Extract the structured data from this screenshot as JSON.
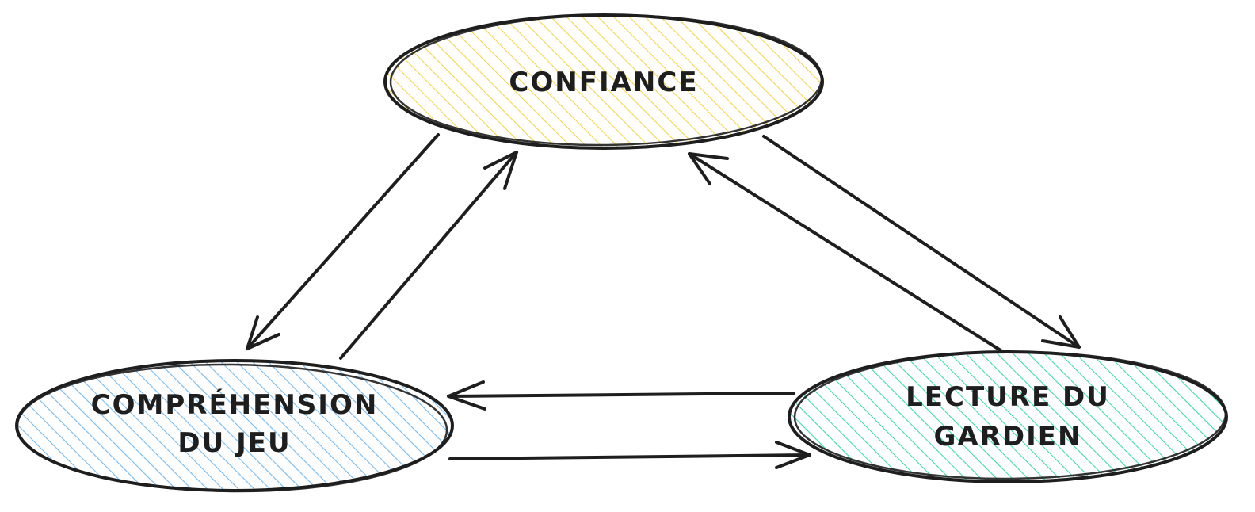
{
  "diagram": {
    "nodes": [
      {
        "id": "confiance",
        "lines": [
          "CONFIANCE"
        ],
        "fill_color": "#f5d44a"
      },
      {
        "id": "comprehension",
        "lines": [
          "COMPRÉHENSION",
          "DU JEU"
        ],
        "fill_color": "#74b9f0"
      },
      {
        "id": "lecture",
        "lines": [
          "LECTURE DU",
          "GARDIEN"
        ],
        "fill_color": "#3fd9b0"
      }
    ],
    "edges": [
      {
        "from": "confiance",
        "to": "comprehension"
      },
      {
        "from": "comprehension",
        "to": "confiance"
      },
      {
        "from": "confiance",
        "to": "lecture"
      },
      {
        "from": "lecture",
        "to": "confiance"
      },
      {
        "from": "lecture",
        "to": "comprehension"
      },
      {
        "from": "comprehension",
        "to": "lecture"
      }
    ],
    "stroke_color": "#1e1e1e",
    "style": "hand-drawn"
  }
}
